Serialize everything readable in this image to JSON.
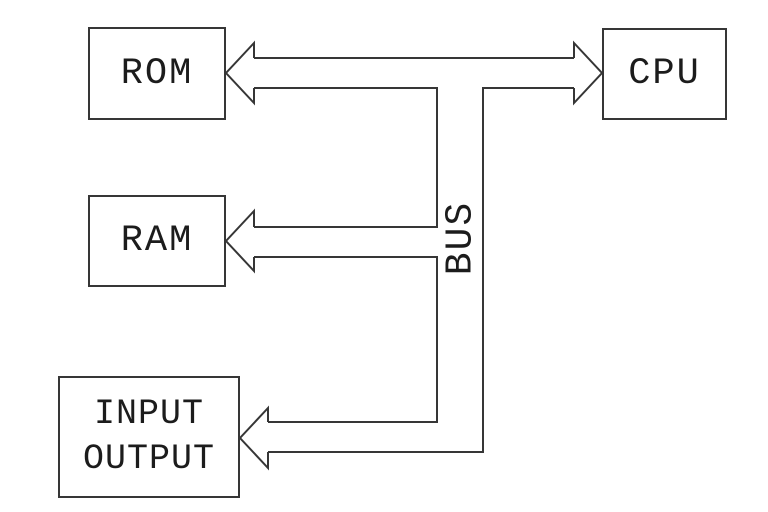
{
  "diagram": {
    "type": "block-diagram",
    "subject": "computer architecture bus diagram",
    "background_color": "#ffffff",
    "line_color": "#363636",
    "text_color": "#1c1c1c",
    "blocks": [
      {
        "id": "rom",
        "label": "ROM"
      },
      {
        "id": "cpu",
        "label": "CPU"
      },
      {
        "id": "ram",
        "label": "RAM"
      },
      {
        "id": "io",
        "lines": [
          "INPUT",
          "OUTPUT"
        ]
      }
    ],
    "bus_label": "BUS",
    "connections": [
      {
        "from": "CPU",
        "to": "ROM",
        "style": "hollow double-headed arrow via bus"
      },
      {
        "from": "BUS",
        "to": "RAM",
        "style": "hollow arrow"
      },
      {
        "from": "BUS",
        "to": "INPUT OUTPUT",
        "style": "hollow arrow"
      }
    ]
  }
}
